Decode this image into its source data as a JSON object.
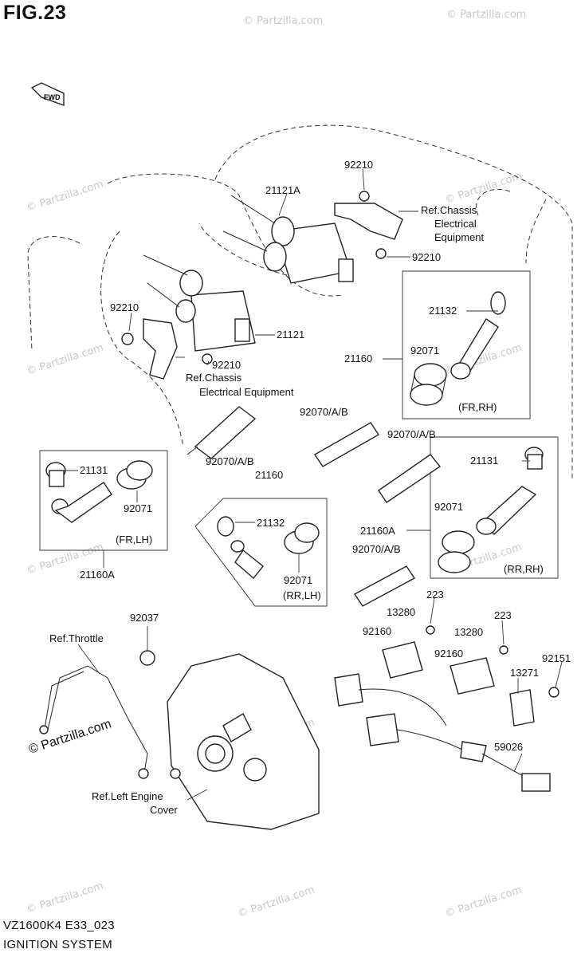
{
  "figure": {
    "title": "FIG.23",
    "model_code": "VZ1600K4 E33_023",
    "section": "IGNITION SYSTEM",
    "fwd_label": "FWD"
  },
  "watermarks": {
    "text": "© Partzilla.com",
    "prominent": "© Partzilla.com"
  },
  "callouts": {
    "c_92210_a": "92210",
    "c_21121A": "21121A",
    "c_ref_chassis_a_1": "Ref.Chassis",
    "c_ref_chassis_a_2": "Electrical",
    "c_ref_chassis_a_3": "Equipment",
    "c_92210_b": "92210",
    "c_21132_a": "21132",
    "c_92210_c": "92210",
    "c_21121": "21121",
    "c_92210_d": "92210",
    "c_ref_chassis_b_1": "Ref.Chassis",
    "c_ref_chassis_b_2": "Electrical Equipment",
    "c_21160_a": "21160",
    "c_92071_a": "92071",
    "c_fr_rh": "(FR,RH)",
    "c_92070_a": "92070/A/B",
    "c_92070_b": "92070/A/B",
    "c_92070_c": "92070/A/B",
    "c_21131_a": "21131",
    "c_21160_b": "21160",
    "c_21131_b": "21131",
    "c_92071_b": "92071",
    "c_fr_lh": "(FR,LH)",
    "c_21132_b": "21132",
    "c_92071_c": "92071",
    "c_21160A_a": "21160A",
    "c_92071_d": "92071",
    "c_rr_lh": "(RR,LH)",
    "c_92070_d": "92070/A/B",
    "c_rr_rh": "(RR,RH)",
    "c_21160A_b": "21160A",
    "c_223_a": "223",
    "c_13280_a": "13280",
    "c_223_b": "223",
    "c_92037": "92037",
    "c_ref_throttle": "Ref.Throttle",
    "c_92160_a": "92160",
    "c_13280_b": "13280",
    "c_92151": "92151",
    "c_92160_b": "92160",
    "c_13271": "13271",
    "c_59026": "59026",
    "c_ref_left_1": "Ref.Left Engine",
    "c_ref_left_2": "Cover"
  }
}
